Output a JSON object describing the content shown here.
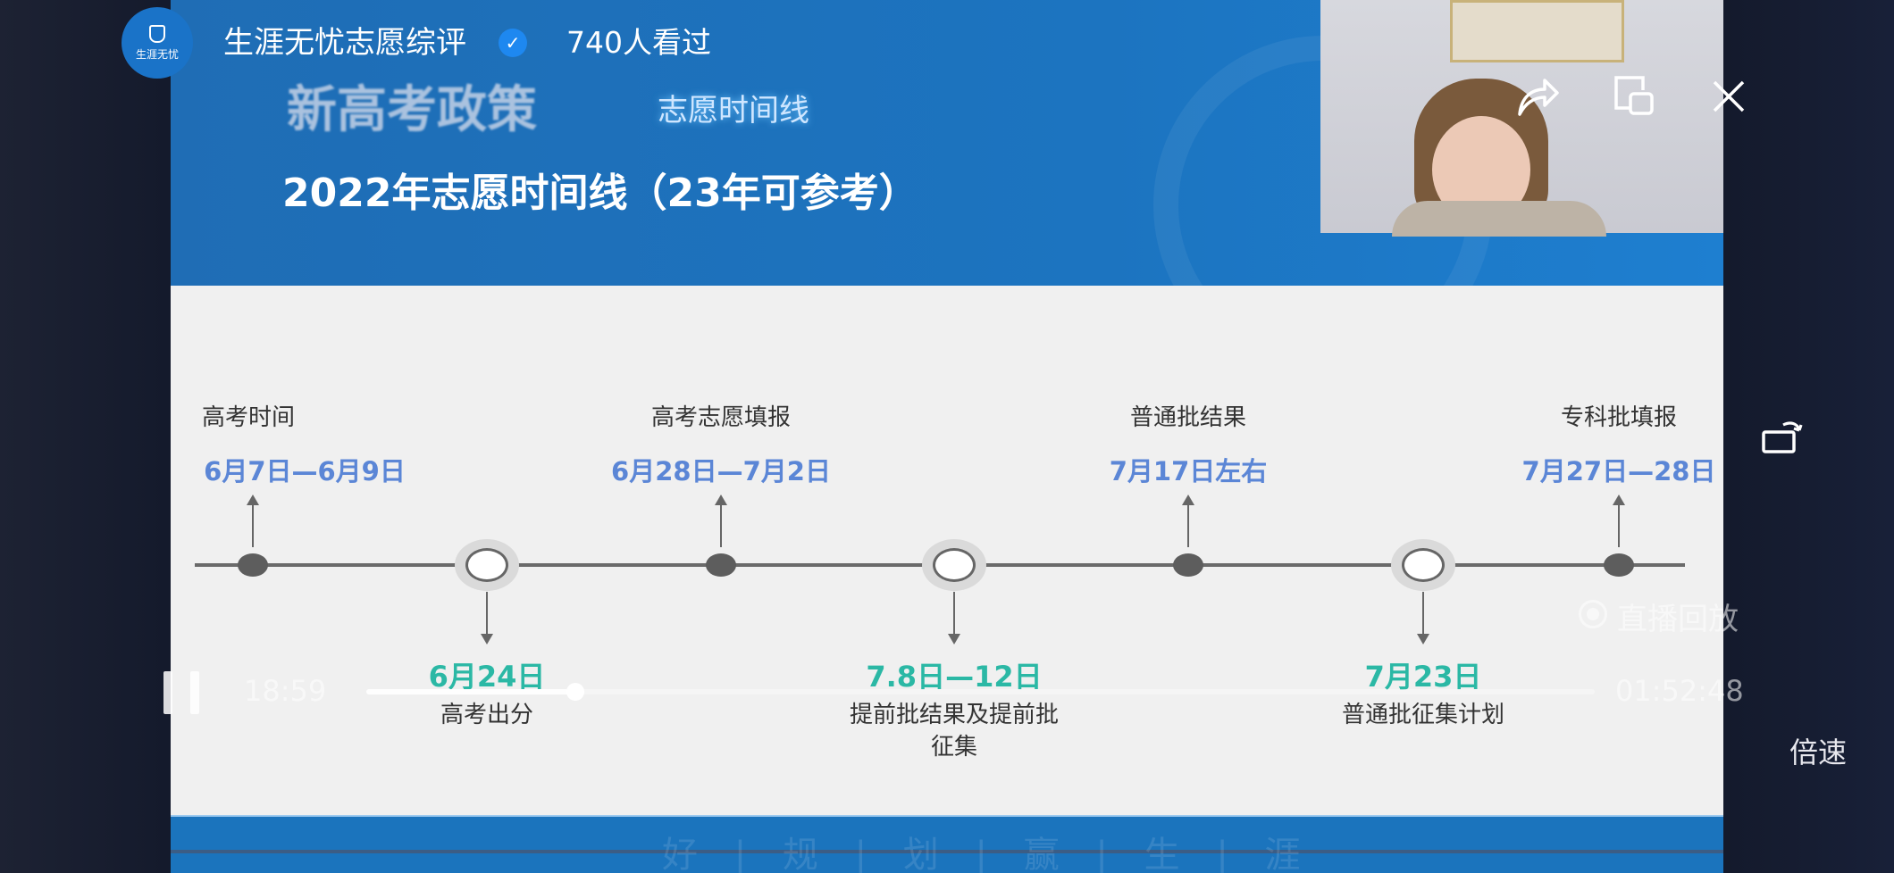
{
  "channel": {
    "name": "生涯无忧志愿综评",
    "views": "740人看过",
    "logo_text": "生涯无忧"
  },
  "slide": {
    "title_faded": "新高考政策",
    "title_glow": "志愿时间线",
    "subtitle": "2022年志愿时间线（23年可参考）",
    "footer": "好 | 规 | 划 | 赢 | 生 | 涯",
    "events_up": [
      {
        "title": "高考时间",
        "date": "6月7日—6月9日"
      },
      {
        "title": "高考志愿填报",
        "date": "6月28日—7月2日"
      },
      {
        "title": "普通批结果",
        "date": "7月17日左右"
      },
      {
        "title": "专科批填报",
        "date": "7月27日—28日"
      }
    ],
    "events_down": [
      {
        "date": "6月24日",
        "title": "高考出分"
      },
      {
        "date": "7.8日—12日",
        "title": "提前批结果及提前批",
        "title2": "征集"
      },
      {
        "date": "7月23日",
        "title": "普通批征集计划"
      }
    ]
  },
  "player": {
    "current_time": "18:59",
    "duration": "01:52:48",
    "progress": 0.17,
    "replay_label": "直播回放",
    "speed_label": "倍速"
  },
  "colors": {
    "slide_blue": "#1c74c0",
    "date_blue": "#5b86d6",
    "date_teal": "#2bb8a5"
  }
}
